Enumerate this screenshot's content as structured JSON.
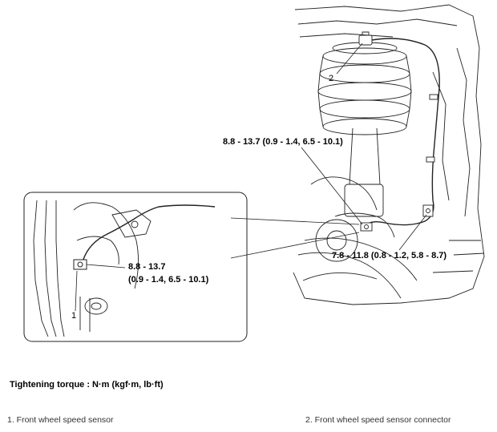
{
  "callouts": {
    "sensor_number": "1",
    "connector_number": "2"
  },
  "torques": {
    "top_bolt": "8.8 - 13.7 (0.9 - 1.4, 6.5 - 10.1)",
    "bracket_bolt": "7.8 - 11.8 (0.8 - 1.2, 5.8 - 8.7)",
    "detail_line1": "8.8 - 13.7",
    "detail_line2": "(0.9 - 1.4, 6.5 - 10.1)"
  },
  "heading": "Tightening torque : N·m (kgf·m, lb·ft)",
  "legend": {
    "item1": "1. Front wheel speed sensor",
    "item2": "2. Front wheel speed sensor connector"
  }
}
